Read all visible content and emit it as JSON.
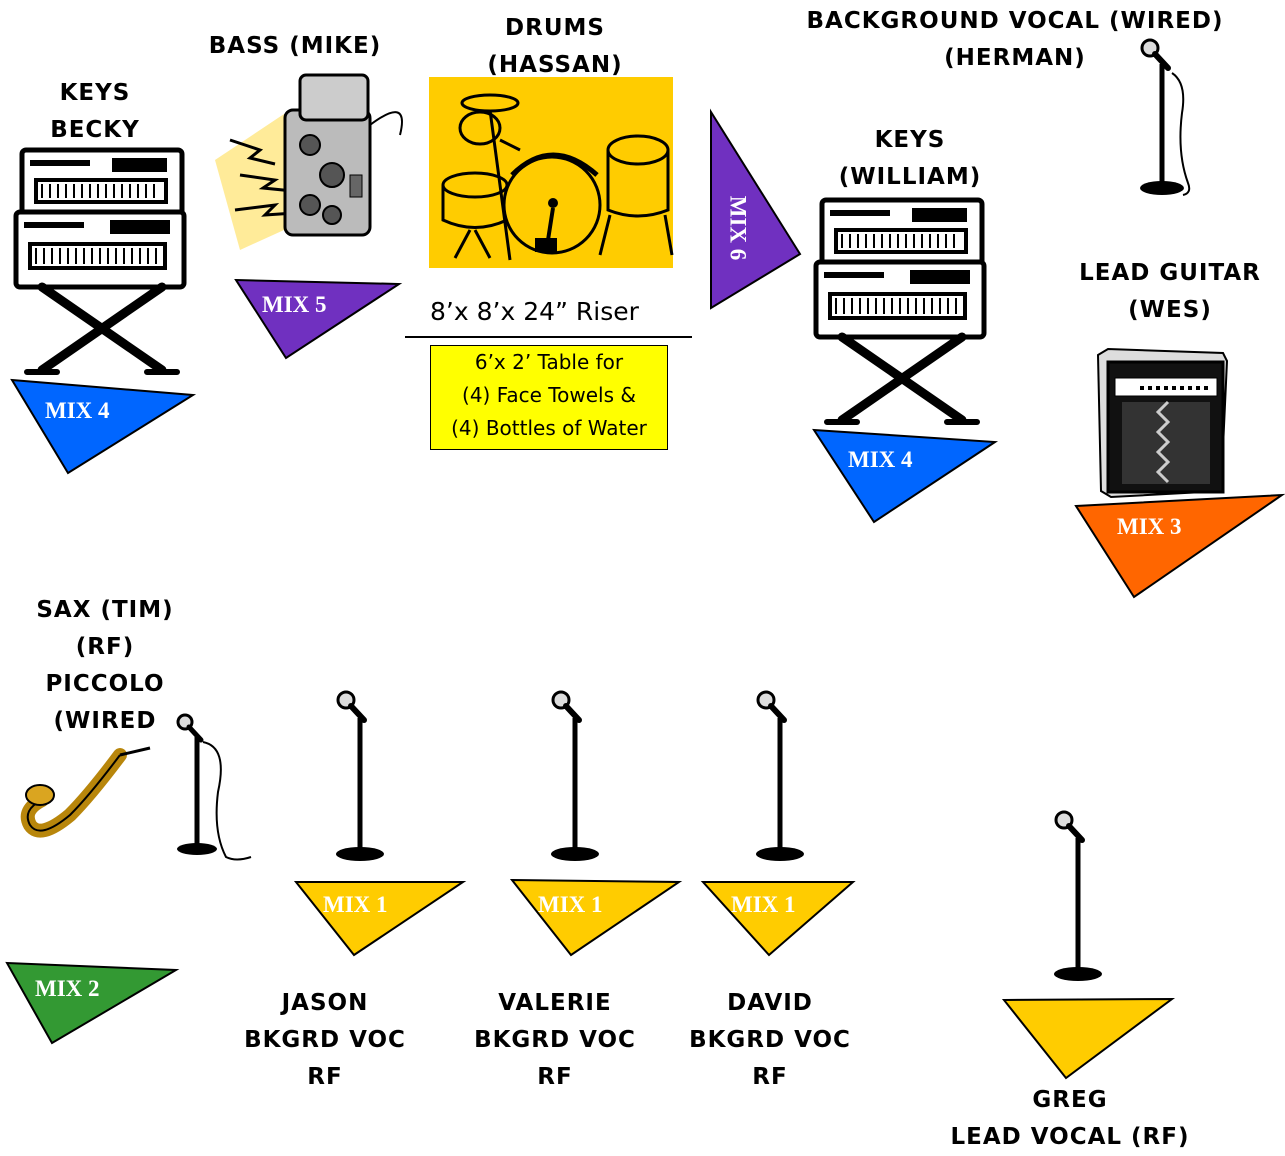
{
  "labels": {
    "keys_becky": [
      "KEYS",
      "BECKY"
    ],
    "bass": "BASS (MIKE)",
    "drums": [
      "DRUMS",
      "(HASSAN)"
    ],
    "bg_vocal": [
      "BACKGROUND VOCAL (WIRED)",
      "(HERMAN)"
    ],
    "keys_william": [
      "KEYS",
      "(WILLIAM)"
    ],
    "lead_guitar": [
      "LEAD GUITAR",
      "(WES)"
    ],
    "sax": [
      "SAX  (TIM)",
      "(RF)",
      "PICCOLO",
      "(WIRED"
    ],
    "jason": [
      "JASON",
      "BKGRD VOC",
      "RF"
    ],
    "valerie": [
      "VALERIE",
      "BKGRD VOC",
      "RF"
    ],
    "david": [
      "DAVID",
      "BKGRD VOC",
      "RF"
    ],
    "greg": [
      "GREG",
      "LEAD VOCAL (RF)"
    ]
  },
  "riser": "8’x 8’x 24” Riser",
  "table_note": [
    "6’x 2’ Table for",
    "(4)  Face Towels &",
    "(4) Bottles of Water"
  ],
  "mixes": {
    "keys_becky": "MIX  4",
    "bass": "MIX  5",
    "drums": "MIX  6",
    "keys_william": "MIX  4",
    "lead_guitar": "MIX  3",
    "jason": "MIX  1",
    "valerie": "MIX  1",
    "david": "MIX  1",
    "sax": "MIX  2"
  },
  "colors": {
    "mix_blue": "#0066ff",
    "mix_purple": "#7030c0",
    "mix_orange": "#ff6600",
    "mix_yellow": "#ffcc00",
    "mix_green": "#339933",
    "drum_bg": "#ffcc00",
    "table_bg": "#ffff00"
  },
  "icons": {
    "keys_becky": "keyboard-stand-icon",
    "bass": "bass-amp-icon",
    "drums": "drum-kit-icon",
    "keys_william": "keyboard-stand-icon",
    "lead_guitar": "guitar-amp-icon",
    "mic": "mic-stand-icon",
    "sax": "saxophone-icon"
  }
}
